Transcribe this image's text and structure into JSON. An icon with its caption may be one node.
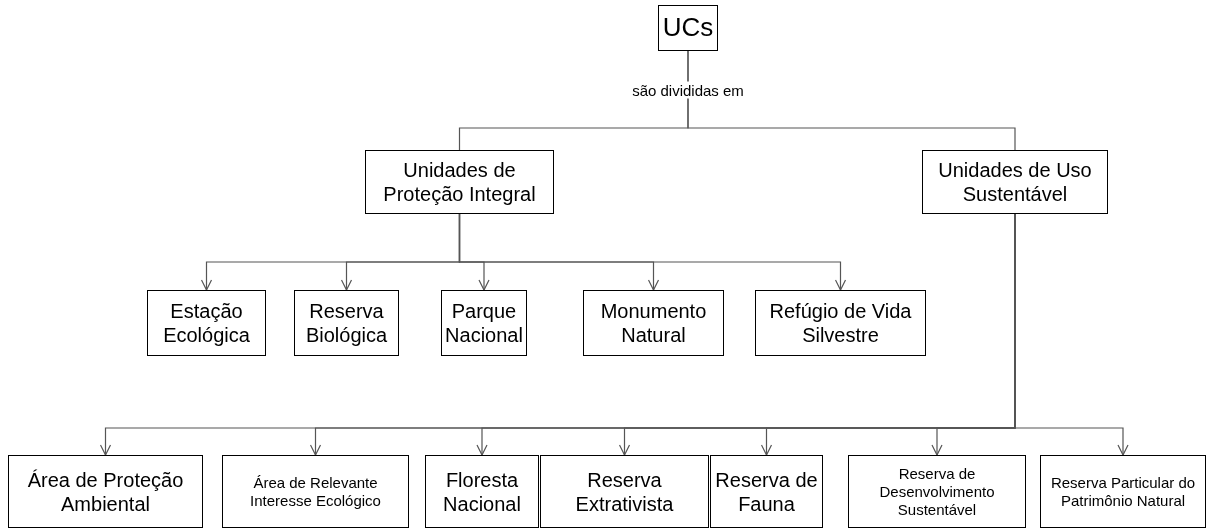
{
  "diagram": {
    "nodes": [
      {
        "text": [
          "UCs"
        ]
      },
      {
        "text": [
          "Unidades de Proteção Integral"
        ]
      },
      {
        "text": [
          "Unidades de Uso Sustentável"
        ]
      },
      {
        "text": [
          "Estação Ecológica"
        ]
      },
      {
        "text": [
          "Reserva Biológica"
        ]
      },
      {
        "text": [
          "Parque Nacional"
        ]
      },
      {
        "text": [
          "Monumento Natural"
        ]
      },
      {
        "text": [
          "Refúgio de Vida Silvestre"
        ]
      },
      {
        "text": [
          "Área de Proteção Ambiental"
        ]
      },
      {
        "text": [
          "Área de Relevante Interesse Ecológico"
        ]
      },
      {
        "text": [
          "Floresta Nacional"
        ]
      },
      {
        "text": [
          "Reserva Extrativista"
        ]
      },
      {
        "text": [
          "Reserva de Fauna"
        ]
      },
      {
        "text": [
          "Reserva de Desenvolvimento Sustentável"
        ]
      },
      {
        "text": [
          "Reserva Particular do Patrimônio Natural"
        ]
      }
    ],
    "edges": [
      {
        "from": 0,
        "to": 1,
        "arrow": "none",
        "label": "são divididas em"
      },
      {
        "from": 0,
        "to": 2,
        "arrow": "none"
      },
      {
        "from": 1,
        "to": 3,
        "arrow": "to"
      },
      {
        "from": 1,
        "to": 4,
        "arrow": "to"
      },
      {
        "from": 1,
        "to": 5,
        "arrow": "to"
      },
      {
        "from": 1,
        "to": 6,
        "arrow": "to"
      },
      {
        "from": 1,
        "to": 7,
        "arrow": "to"
      },
      {
        "from": 2,
        "to": 8,
        "arrow": "to"
      },
      {
        "from": 2,
        "to": 9,
        "arrow": "to"
      },
      {
        "from": 2,
        "to": 10,
        "arrow": "to"
      },
      {
        "from": 2,
        "to": 11,
        "arrow": "to"
      },
      {
        "from": 2,
        "to": 12,
        "arrow": "to"
      },
      {
        "from": 2,
        "to": 13,
        "arrow": "to"
      },
      {
        "from": 2,
        "to": 14,
        "arrow": "to"
      }
    ]
  }
}
